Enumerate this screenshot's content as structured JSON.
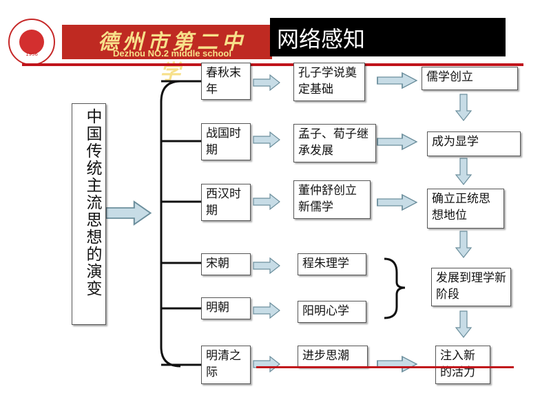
{
  "header": {
    "school_name_cn": "德州市第二中学",
    "school_name_en": "Dezhou NO.2 middle school",
    "logo_year": "1956",
    "title": "网络感知"
  },
  "diagram": {
    "root": "中国传统主流思想的演变",
    "periods": [
      "春秋末年",
      "战国时期",
      "西汉时期",
      "宋朝",
      "明朝",
      "明清之际"
    ],
    "events": [
      "孔子学说奠定基础",
      "孟子、荀子继承发展",
      "董仲舒创立新儒学",
      "程朱理学",
      "阳明心学",
      "进步思潮"
    ],
    "stages": [
      "儒学创立",
      "成为显学",
      "确立正统思想地位",
      "发展到理学新阶段",
      "注入新的活力"
    ]
  },
  "colors": {
    "banner": "#bf2a22",
    "accent_line": "#c0141b",
    "arrow_fill": "#c7dce6",
    "arrow_stroke": "#6b8e9c"
  }
}
